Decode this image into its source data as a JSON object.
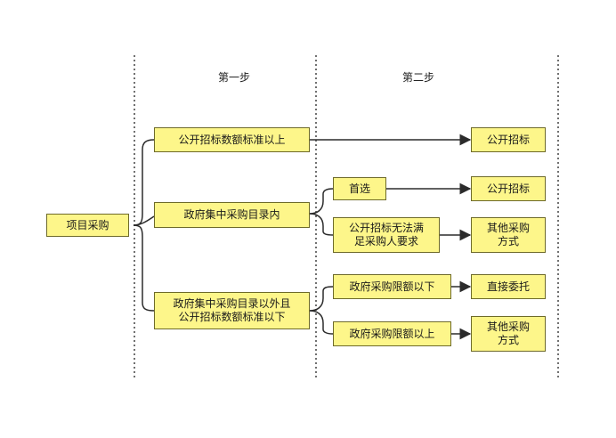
{
  "steps": {
    "step1": "第一步",
    "step2": "第二步"
  },
  "nodes": {
    "root": "项目采购",
    "a_upper": "公开招标数额标准以上",
    "a_mid": "政府集中采购目录内",
    "a_lower_line1": "政府集中采购目录以外且",
    "a_lower_line2": "公开招标数额标准以下",
    "b_preferred": "首选",
    "b_fail_line1": "公开招标无法满",
    "b_fail_line2": "足采购人要求",
    "b_below": "政府采购限额以下",
    "b_above": "政府采购限额以上",
    "r1": "公开招标",
    "r2": "公开招标",
    "r3_line1": "其他采购",
    "r3_line2": "方式",
    "r4": "直接委托",
    "r5_line1": "其他采购",
    "r5_line2": "方式"
  },
  "colors": {
    "box_fill": "#fdf68a",
    "box_border": "#6e6a2a",
    "connector": "#2b2b2b",
    "divider": "#333333"
  }
}
